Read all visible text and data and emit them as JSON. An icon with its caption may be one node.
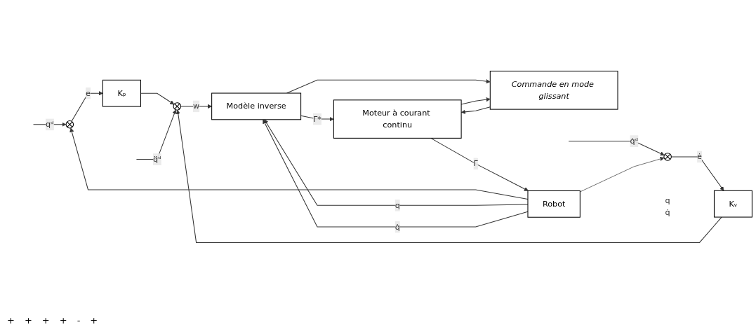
{
  "diagram": {
    "nodes": [
      {
        "text": [],
        "shape": "circle"
      },
      {
        "text": [
          "Kₚ"
        ]
      },
      {
        "text": [],
        "shape": "circle"
      },
      {
        "text": [
          "Kᵥ"
        ]
      },
      {
        "text": [],
        "shape": "circle"
      },
      {
        "text": [
          "Modèle inverse"
        ]
      },
      {
        "text": [
          "Moteur à courant continu"
        ]
      },
      {
        "text": [
          "Commande en mode glissant"
        ]
      },
      {
        "text": [
          "Robot"
        ],
        "beside": [
          "q",
          "q̇"
        ]
      }
    ],
    "edges": [
      {
        "from": null,
        "to": 0,
        "arrow": "to",
        "label": "qᵈ"
      },
      {
        "from": 0,
        "to": 1,
        "arrow": "to",
        "label": "e"
      },
      {
        "from": null,
        "to": 2,
        "arrow": "to",
        "label": "q̇ᵈ"
      },
      {
        "from": 2,
        "to": 3,
        "arrow": "to",
        "label": "ė"
      },
      {
        "from": 1,
        "to": 4,
        "arrow": "to"
      },
      {
        "from": 3,
        "to": 4,
        "arrow": "to"
      },
      {
        "from": null,
        "to": 4,
        "arrow": "to",
        "label": "q̈ᵈ"
      },
      {
        "from": 4,
        "to": 5,
        "arrow": "to",
        "label": "w"
      },
      {
        "from": 5,
        "to": 6,
        "arrow": "to",
        "label": "Γ*"
      },
      {
        "from": 5,
        "to": 7,
        "arrow": "to"
      },
      {
        "from": 6,
        "to": 8,
        "arrow": "to",
        "label": "Γ"
      },
      {
        "from": 6,
        "to": 7,
        "arrow": "to"
      },
      {
        "from": 7,
        "to": 6,
        "arrow": "to"
      },
      {
        "from": 8,
        "to": 0,
        "arrow": "to"
      },
      {
        "from": 8,
        "to": 5,
        "arrow": "to",
        "label": "q"
      },
      {
        "from": 8,
        "to": 5,
        "arrow": "to",
        "label": "q̇"
      },
      {
        "from": 8,
        "to": 2,
        "arrow": "to"
      }
    ],
    "labels": [
      "+",
      "+",
      "+",
      "+",
      "-",
      "+"
    ]
  }
}
